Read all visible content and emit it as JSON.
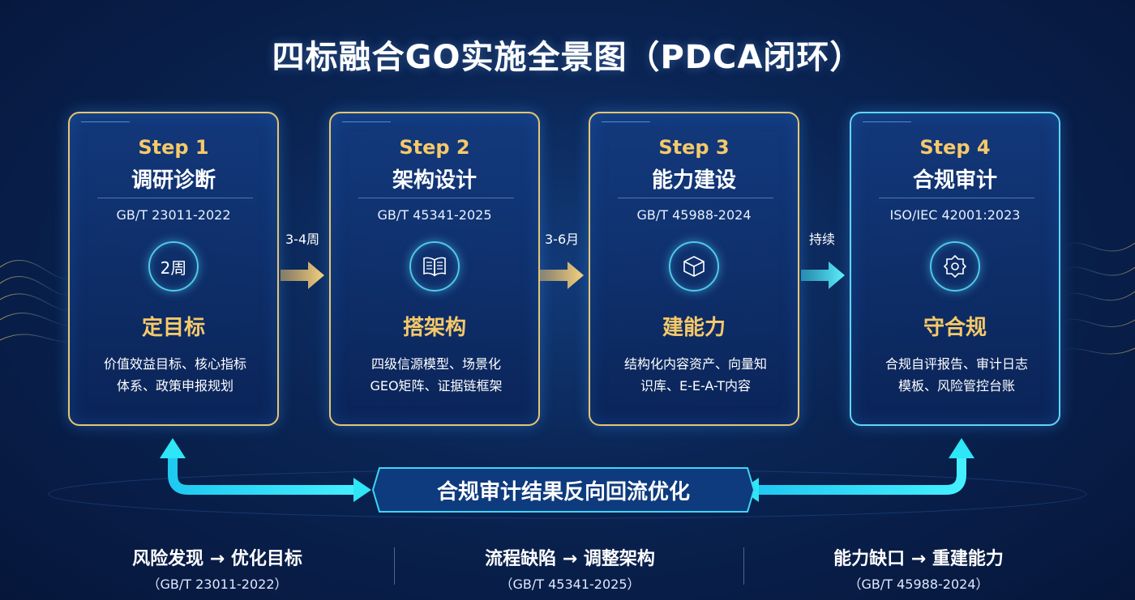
{
  "title": "四标融合GO实施全景图（PDCA闭环）",
  "steps": [
    {
      "step": "Step 1",
      "name": "调研诊断",
      "standard": "GB/T 23011-2022",
      "icon_text": "2周",
      "icon": "duration-badge",
      "action": "定目标",
      "desc_line1": "价值效益目标、核心指标",
      "desc_line2": "体系、政策申报规划",
      "border": "#e9c56e"
    },
    {
      "step": "Step 2",
      "name": "架构设计",
      "standard": "GB/T 45341-2025",
      "icon": "book-icon",
      "action": "搭架构",
      "desc_line1": "四级信源模型、场景化",
      "desc_line2": "GEO矩阵、证据链框架",
      "border": "#e9c56e"
    },
    {
      "step": "Step 3",
      "name": "能力建设",
      "standard": "GB/T 45988-2024",
      "icon": "cube-icon",
      "action": "建能力",
      "desc_line1": "结构化内容资产、向量知",
      "desc_line2": "识库、E-E-A-T内容",
      "border": "#e9c56e"
    },
    {
      "step": "Step 4",
      "name": "合规审计",
      "standard": "ISO/IEC 42001:2023",
      "icon": "shield-gear-icon",
      "action": "守合规",
      "desc_line1": "合规自评报告、审计日志",
      "desc_line2": "模板、风险管控台账",
      "border": "#5fd6f5"
    }
  ],
  "transitions": [
    {
      "label": "3-4周",
      "color": "#f2c36a"
    },
    {
      "label": "3-6月",
      "color": "#f2c36a"
    },
    {
      "label": "持续",
      "color": "#3fe0f2"
    }
  ],
  "feedback": {
    "label": "合规审计结果反向回流优化",
    "color": "#2ee6f5"
  },
  "outcomes": [
    {
      "main": "风险发现 → 优化目标",
      "sub": "（GB/T 23011-2022）"
    },
    {
      "main": "流程缺陷 → 调整架构",
      "sub": "（GB/T 45341-2025）"
    },
    {
      "main": "能力缺口 → 重建能力",
      "sub": "（GB/T 45988-2024）"
    }
  ]
}
